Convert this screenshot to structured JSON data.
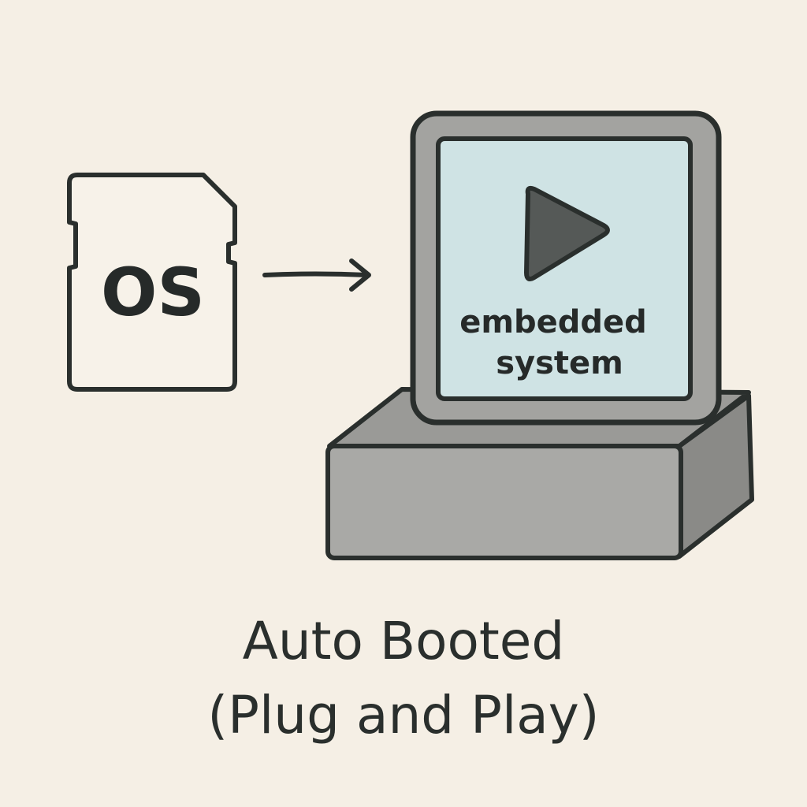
{
  "sd_card": {
    "label": "OS"
  },
  "device": {
    "screen_line1": "embedded",
    "screen_line2": "system"
  },
  "caption": {
    "line1": "Auto Booted",
    "line2": "(Plug and Play)"
  },
  "colors": {
    "background": "#f5efe5",
    "outline": "#2a2f2d",
    "device_body": "#a9a9a6",
    "device_side": "#8a8a87",
    "screen": "#cfe3e4",
    "play_icon": "#555957",
    "sd_card_fill": "#f7f2e9"
  },
  "icons": {
    "sd_card": "sd-card-icon",
    "arrow": "arrow-right-icon",
    "play": "play-icon"
  }
}
